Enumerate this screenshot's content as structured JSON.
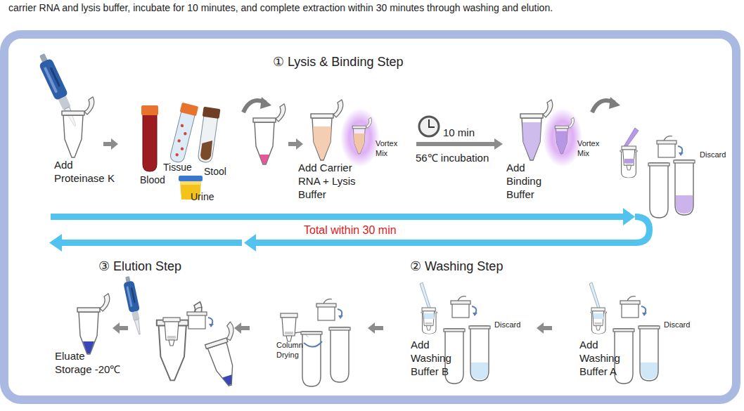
{
  "diagram": {
    "caption": "carrier RNA and lysis buffer, incubate for 10 minutes, and complete extraction within 30 minutes through washing and elution.",
    "nodes": [
      {
        "text": [
          "① Lysis & Binding Step",
          "② Washing Step",
          "③ Elution Step"
        ]
      }
    ],
    "labels": [
      "Add Proteinase K",
      "Blood",
      "Tissue",
      "Stool",
      "Urine",
      "Add Carrier RNA + Lysis Buffer",
      "Vortex Mix",
      "10 min",
      "56℃ incubation",
      "Add Binding Buffer",
      "Vortex Mix",
      "Discard",
      "Total within 30 min",
      "Eluate Storage -20℃",
      "Column Drying",
      "Add Washing Buffer B",
      "Discard",
      "Add Washing Buffer A",
      "Discard"
    ]
  }
}
